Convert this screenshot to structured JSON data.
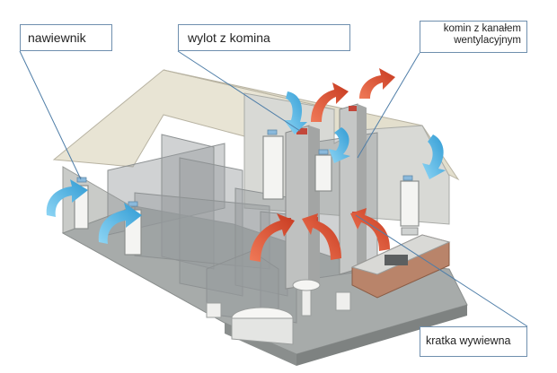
{
  "labels": {
    "supply_vent": "nawiewnik",
    "chimney_outlet": "wylot z komina",
    "chimney_line1": "komin z kanałem",
    "chimney_line2": "wentylacyjnym",
    "exhaust_grille": "kratka wywiewna"
  },
  "colors": {
    "roof": "#e8e4d4",
    "wall": "#d2d4d0",
    "floor": "#9fa3a2",
    "glass": "rgba(150,156,158,0.45)",
    "supply_arrow": "#5bb9e6",
    "exhaust_arrow": "#e2563a",
    "leader_line": "#4f7ea8",
    "vent_box": "#8ab9dc",
    "grille": "#c3473a"
  },
  "icons": {
    "supply_arrow": "curved-arrow-blue",
    "exhaust_arrow": "curved-arrow-red"
  }
}
